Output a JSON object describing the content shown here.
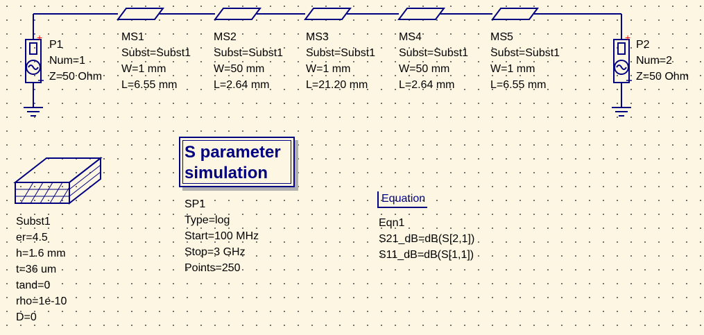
{
  "ports": [
    {
      "id": "P1",
      "num": "Num=1",
      "z": "Z=50 Ohm"
    },
    {
      "id": "P2",
      "num": "Num=2",
      "z": "Z=50 Ohm"
    }
  ],
  "lines": [
    {
      "id": "MS1",
      "subst": "Subst=Subst1",
      "w": "W=1 mm",
      "l": "L=6.55 mm"
    },
    {
      "id": "MS2",
      "subst": "Subst=Subst1",
      "w": "W=50 mm",
      "l": "L=2.64 mm"
    },
    {
      "id": "MS3",
      "subst": "Subst=Subst1",
      "w": "W=1 mm",
      "l": "L=21.20 mm"
    },
    {
      "id": "MS4",
      "subst": "Subst=Subst1",
      "w": "W=50 mm",
      "l": "L=2.64 mm"
    },
    {
      "id": "MS5",
      "subst": "Subst=Subst1",
      "w": "W=1 mm",
      "l": "L=6.55 mm"
    }
  ],
  "substrate": {
    "name": "Subst1",
    "params": [
      "er=4.5",
      "h=1.6 mm",
      "t=36 um",
      "tand=0",
      "rho=1e-10",
      "D=0"
    ]
  },
  "simulation": {
    "title_line1": "S parameter",
    "title_line2": "simulation",
    "name": "SP1",
    "params": [
      "Type=log",
      "Start=100 MHz",
      "Stop=3 GHz",
      "Points=250"
    ]
  },
  "equation": {
    "title": "Equation",
    "name": "Eqn1",
    "lines": [
      "S21_dB=dB(S[2,1])",
      "S11_dB=dB(S[1,1])"
    ]
  },
  "port_plus_symbol": "+",
  "colors": {
    "background": "#fdf6e2",
    "wire": "#000080",
    "port_plus": "#ff0000",
    "grid_dot": "#555555"
  }
}
